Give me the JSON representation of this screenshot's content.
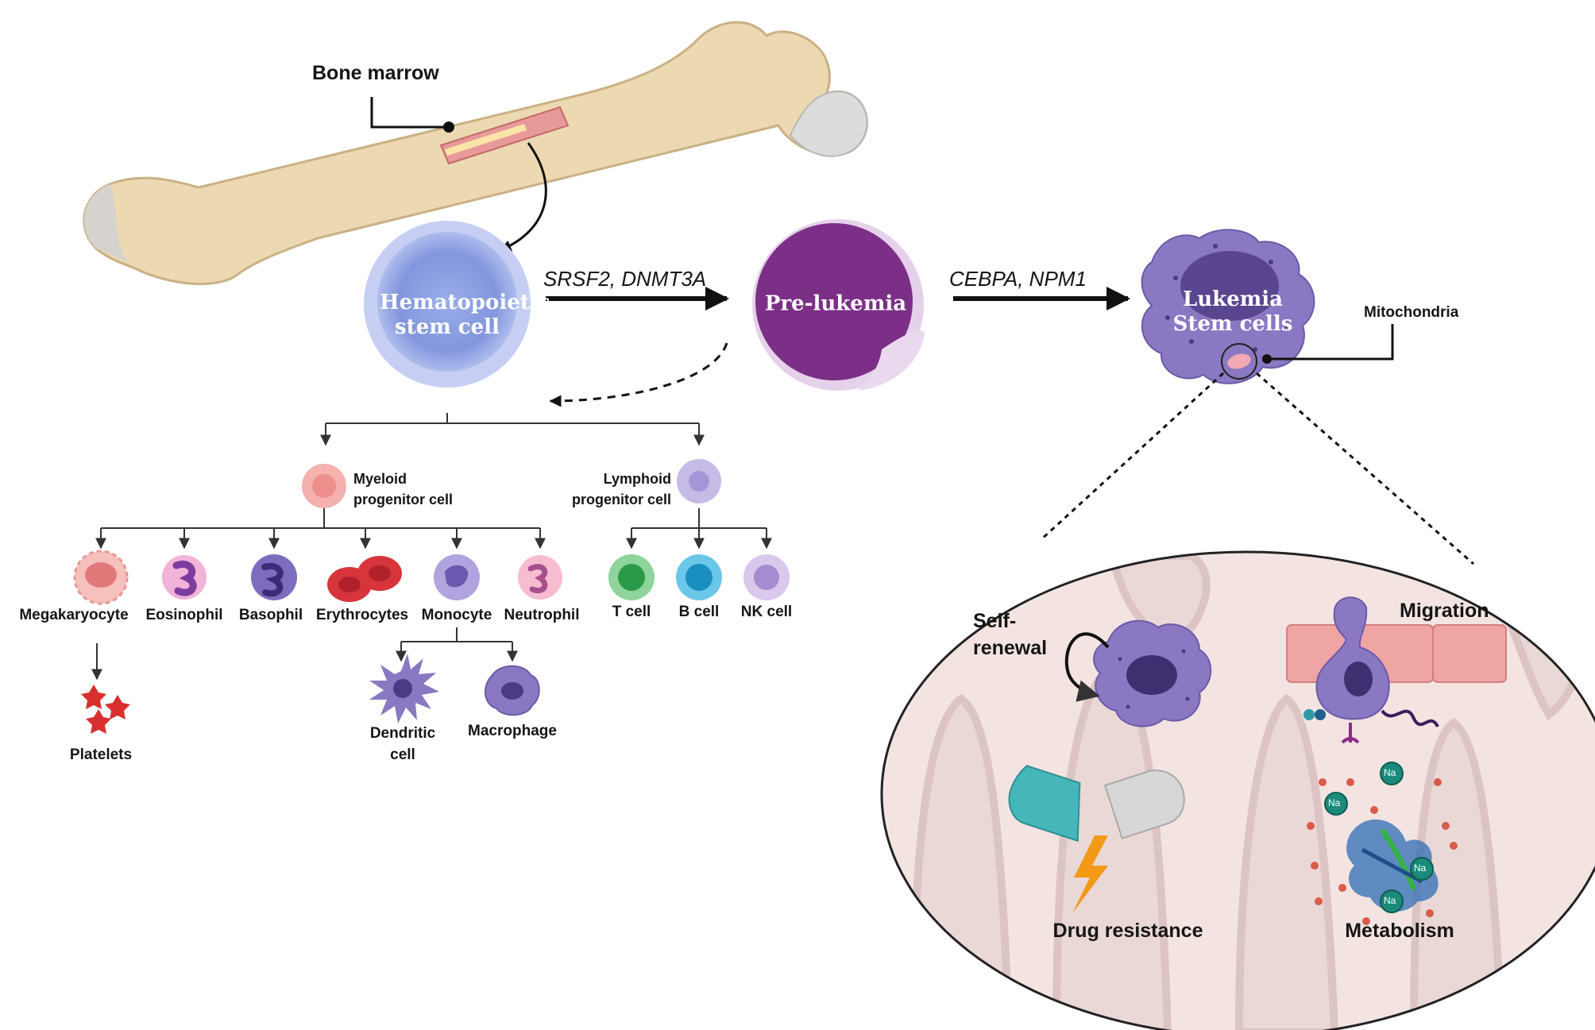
{
  "bone": {
    "label": "Bone marrow"
  },
  "stages": {
    "hsc": "Hematopoietic stem cell",
    "pre": "Pre-lukemia",
    "lsc": "Lukemia Stem cells"
  },
  "mutations": {
    "first": "SRSF2, DNMT3A",
    "second": "CEBPA, NPM1"
  },
  "mito_label": "Mitochondria",
  "progenitors": {
    "myeloid": "Myeloid progenitor cell",
    "lymphoid": "Lymphoid progenitor cell"
  },
  "myeloid_cells": [
    "Megakaryocyte",
    "Eosinophil",
    "Basophil",
    "Erythrocytes",
    "Monocyte",
    "Neutrophil"
  ],
  "lymphoid_cells": [
    "T cell",
    "B cell",
    "NK cell"
  ],
  "platelets": "Platelets",
  "monocyte_derived": [
    "Dendritic cell",
    "Macrophage"
  ],
  "features": {
    "self_renewal": "Self-renewal",
    "migration": "Migration",
    "drug_resistance": "Drug resistance",
    "metabolism": "Metabolism",
    "ion": "Na"
  },
  "colors": {
    "hsc": "#8e9fe3",
    "pre": "#7b2f86",
    "lsc": "#8a78c2",
    "myeloid": "#f29a9a",
    "lymphoid": "#b3a6db",
    "bone": "#ecd9b1",
    "mito_bg": "#f3e4e2"
  }
}
